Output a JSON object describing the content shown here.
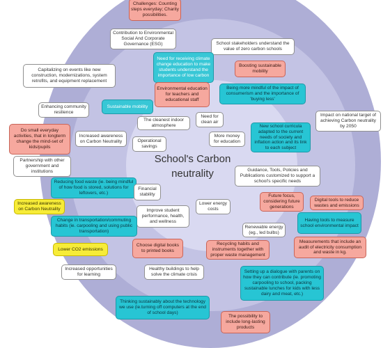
{
  "title": "School's Carbon neutrality",
  "notes": {
    "challenges": "Challenges: Counting steps everyday; Charity possibilities.",
    "contribution_esg": "Contribution to Environmental Social And Corporate Governance (ESG)",
    "stakeholders_understand": "School stakeholders understand the value of zero carbon schools",
    "capitalizing_events": "Capitalizing on events like new construction, modernizations, system retrofits, and equipment replacement",
    "need_climate_education": "Need for receiving climate change education to make students understand the importance of low carbon",
    "boosting_mobility": "Boosting sustainable mobility",
    "environmental_education": "Environmental education for teachers and educational staff",
    "mindful_consumerism": "Being more mindful of the impact of consumerism and the importance of 'buying less'",
    "community_resilience": "Enhancing community resilience",
    "sustainable_mobility": "Sustainable mobility",
    "cleanest_air": "The cleanest indoor atmosphere",
    "clean_air_need": "Need for clean air",
    "impact_national_target": "Impact on national target of achieving Carbon neutrality by 2050",
    "small_activities": "Do small everyday activities, that in longterm change the mind-set of kids/pupils",
    "awareness_neutrality": "Increased awareness on Carbon Neutrality",
    "operational_savings": "Operational savings",
    "more_money": "More money for education",
    "new_curricula": "New school curricula adapted to the current needs of society and inflation action and its link to each subject",
    "partnership": "Partnership with other government and institutions",
    "guidance_tools": "Guidance, Tools, Policies and Publications customized to support a school's specific needs",
    "reducing_food_waste": "Reducing food waste (ie. being mindful of how food is stored, solutions for leftovers, etc.)",
    "financial_stability": "Financial stability",
    "increased_awareness_yellow": "Increased awareness on Carbon Neutrality",
    "improve_performance": "Improve student performance, health, and wellness",
    "lower_energy_costs": "Lower energy costs",
    "future_focus": "Future focus, considering future generations",
    "digital_tools": "Digital tools to reduce wastes and emissions",
    "change_transport": "Change in transportation/commuting habits (ie. carpooling and using public transportation)",
    "renewable_energy": "Renewable energy (eg., led bulbs)",
    "tools_measure": "Having tools to measure school environmental impact",
    "choose_digital_books": "Choose digital books to printed books",
    "recycling_habits": "Recycling habits and instruments together with proper waste management",
    "measurements_audit": "Measurements that include an audit of electricity consumption and waste in kg.",
    "lower_co2": "Lower CO2 emissions",
    "increased_opportunities": "Increased opportunities for learning",
    "healthy_buildings": "Healthy buildings to help solve the climate crisis",
    "dialogue_parents": "Setting up a dialogue with parents on how they can contribute (ie. promoting carpooling to school, packing sustainable lunches for kids with less dairy and meat, etc.)",
    "thinking_sustainably": "Thinking sustainably about the technology we use (ie.turning off computers at the end of school days)",
    "long_lasting_products": "The possibility to include long-lasting products"
  },
  "colors": {
    "outer_ring": "#aeaed6",
    "middle_ring": "#c3c3e4",
    "inner_ring": "#d9d9f1",
    "pink_note": "#f6a89e",
    "teal_note": "#27c5d4",
    "yellow_note": "#f7ec38",
    "white_note": "#ffffff"
  }
}
